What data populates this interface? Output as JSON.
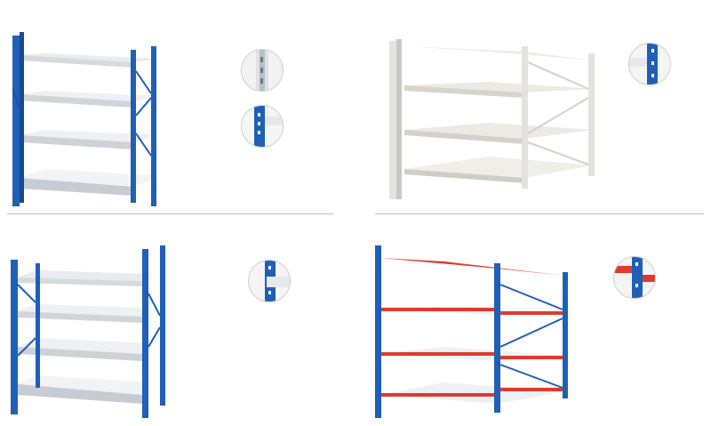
{
  "colors": {
    "background": "#ffffff",
    "rack_blue": "#1f5fb8",
    "rack_blue_dark": "#174a91",
    "rack_grey": "#e3e2dc",
    "rack_grey_dark": "#c9c8c1",
    "beam_red": "#e03a2f",
    "shelf_white": "#eef1f4",
    "shelf_shadow": "#c7ccd2",
    "divider": "#bdbdbd"
  },
  "icons": {
    "rack": "shelving-rack-icon",
    "detail": "upright-detail-icon"
  },
  "racks": [
    {
      "id": "blue-single",
      "levels": 4,
      "bays": 1
    },
    {
      "id": "grey-double",
      "levels": 4,
      "bays": 2
    },
    {
      "id": "blue-single-b",
      "levels": 4,
      "bays": 1
    },
    {
      "id": "blue-red-double",
      "levels": 4,
      "bays": 2
    }
  ]
}
